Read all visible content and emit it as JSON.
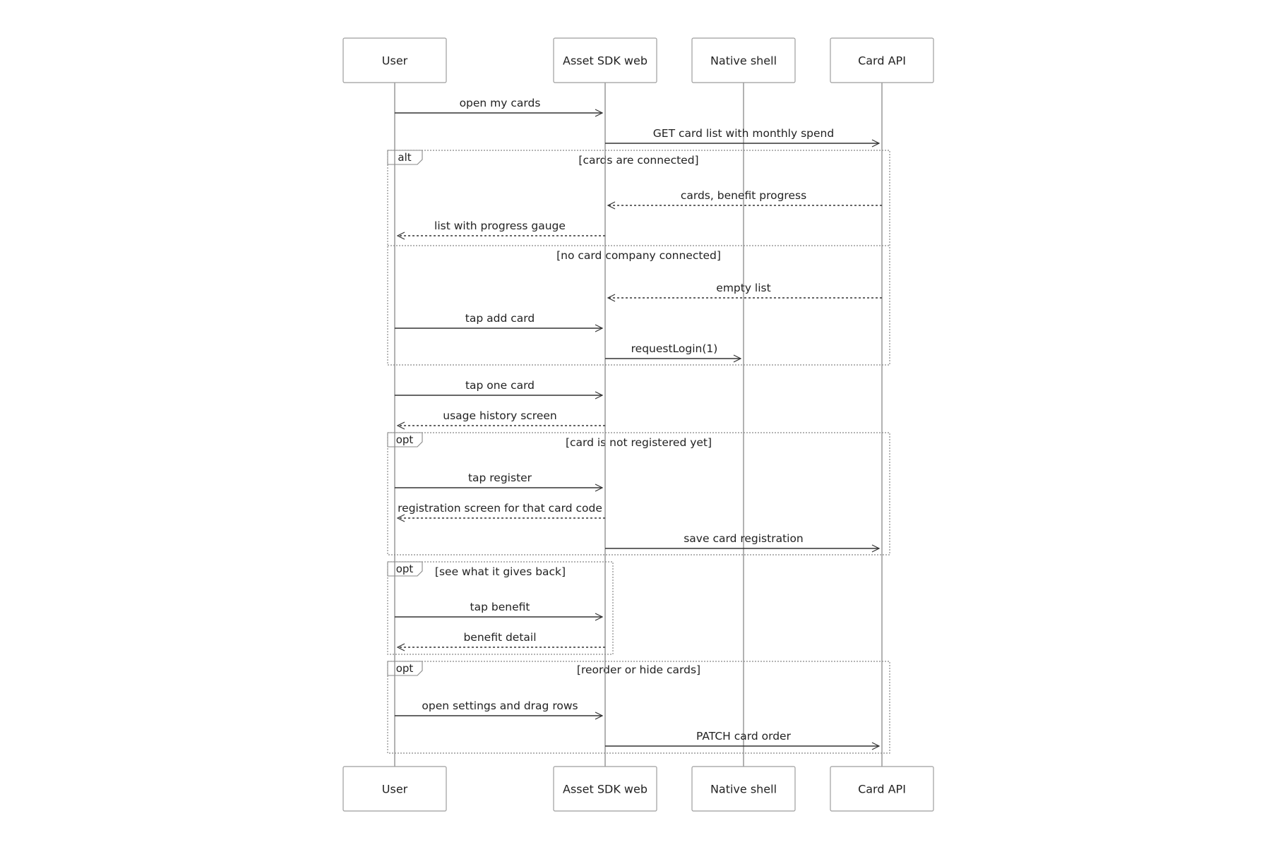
{
  "participants": [
    {
      "id": "user",
      "label": "User"
    },
    {
      "id": "sdk",
      "label": "Asset SDK web"
    },
    {
      "id": "native",
      "label": "Native shell"
    },
    {
      "id": "api",
      "label": "Card API"
    }
  ],
  "messages": [
    {
      "from": "user",
      "to": "sdk",
      "label": "open my cards",
      "style": "solid"
    },
    {
      "from": "sdk",
      "to": "api",
      "label": "GET card list with monthly spend",
      "style": "solid"
    },
    {
      "from": "api",
      "to": "sdk",
      "label": "cards, benefit progress",
      "style": "dashed"
    },
    {
      "from": "sdk",
      "to": "user",
      "label": "list with progress gauge",
      "style": "dashed"
    },
    {
      "from": "api",
      "to": "sdk",
      "label": "empty list",
      "style": "dashed"
    },
    {
      "from": "user",
      "to": "sdk",
      "label": "tap add card",
      "style": "solid"
    },
    {
      "from": "sdk",
      "to": "native",
      "label": "requestLogin(1)",
      "style": "solid"
    },
    {
      "from": "user",
      "to": "sdk",
      "label": "tap one card",
      "style": "solid"
    },
    {
      "from": "sdk",
      "to": "user",
      "label": "usage history screen",
      "style": "dashed"
    },
    {
      "from": "user",
      "to": "sdk",
      "label": "tap register",
      "style": "solid"
    },
    {
      "from": "sdk",
      "to": "user",
      "label": "registration screen for that card code",
      "style": "dashed"
    },
    {
      "from": "sdk",
      "to": "api",
      "label": "save card registration",
      "style": "solid"
    },
    {
      "from": "user",
      "to": "sdk",
      "label": "tap benefit",
      "style": "solid"
    },
    {
      "from": "sdk",
      "to": "user",
      "label": "benefit detail",
      "style": "dashed"
    },
    {
      "from": "user",
      "to": "sdk",
      "label": "open settings and drag rows",
      "style": "solid"
    },
    {
      "from": "sdk",
      "to": "api",
      "label": "PATCH card order",
      "style": "solid"
    }
  ],
  "fragments": [
    {
      "kind": "alt",
      "sections": [
        {
          "condition": "[cards are connected]",
          "messages": [
            2,
            3
          ]
        },
        {
          "condition": "[no card company connected]",
          "messages": [
            4,
            5,
            6
          ]
        }
      ]
    },
    {
      "kind": "opt",
      "sections": [
        {
          "condition": "[card is not registered yet]",
          "messages": [
            9,
            10,
            11
          ]
        }
      ]
    },
    {
      "kind": "opt",
      "sections": [
        {
          "condition": "[see what it gives back]",
          "messages": [
            12,
            13
          ]
        }
      ]
    },
    {
      "kind": "opt",
      "sections": [
        {
          "condition": "[reorder or hide cards]",
          "messages": [
            14,
            15
          ]
        }
      ]
    }
  ]
}
